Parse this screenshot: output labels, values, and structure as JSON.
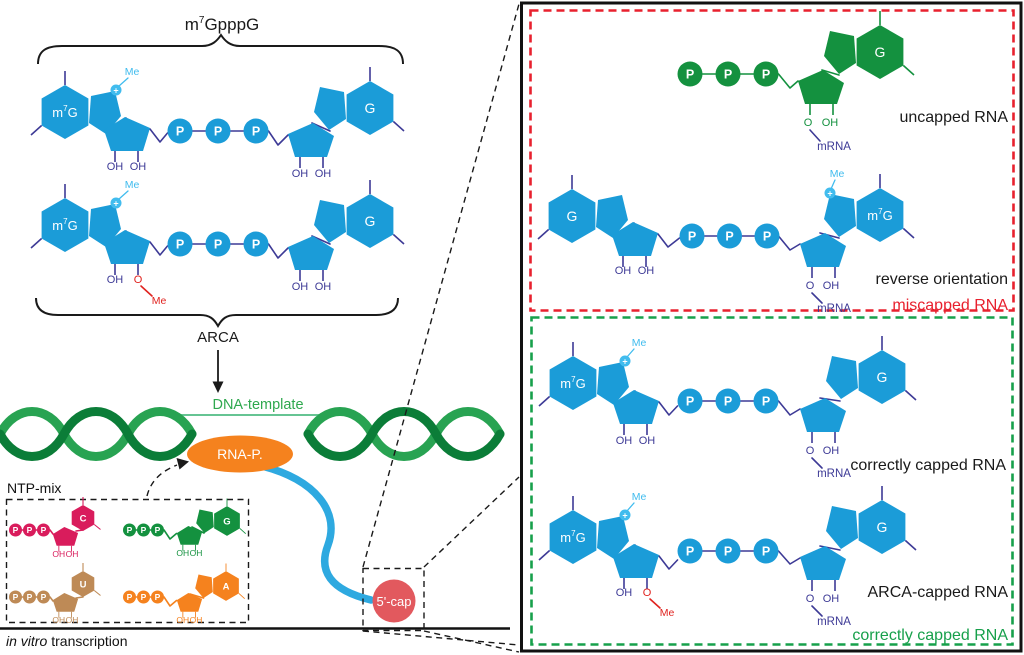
{
  "title": {
    "pre": "m",
    "sup": "7",
    "post": "GpppG"
  },
  "chem": {
    "p": "P",
    "oh": "OH",
    "o": "O",
    "me": "Me",
    "plus": "+",
    "mrna": "mRNA",
    "g": "G",
    "m7": {
      "pre": "m",
      "sup": "7",
      "post": "G"
    }
  },
  "left": {
    "arca": "ARCA",
    "dna": "DNA-template",
    "rnap": "RNA-P.",
    "ntp": "NTP-mix",
    "cap": "5'-cap",
    "iv1": "in vitro",
    "iv2": "transcription",
    "baseC": "C",
    "baseG": "G",
    "baseU": "U",
    "baseA": "A"
  },
  "panel": {
    "uncapped": "uncapped RNA",
    "reverse": "reverse orientation",
    "miscapped": "miscapped RNA",
    "correct1": "correctly capped RNA",
    "arca": "ARCA-capped RNA",
    "correct2": "correctly capped RNA"
  },
  "colors": {
    "structure_blue": "#1B9CD8",
    "light_blue": "#41BCEE",
    "bond_indigo": "#3D3A96",
    "structure_green": "#14913F",
    "methyl_red": "#E0231F",
    "polymerase_orange": "#F5821E",
    "ntp_pink": "#D91C5C",
    "ntp_tan": "#BE8A56",
    "cap_red": "#E2595E",
    "miscapped_border_red": "#E8212E",
    "correct_border_green": "#17A04B",
    "dna_green_dark": "#0B7D38",
    "dna_green_light": "#28A352",
    "rna_strand_blue": "#2EA9E0"
  }
}
